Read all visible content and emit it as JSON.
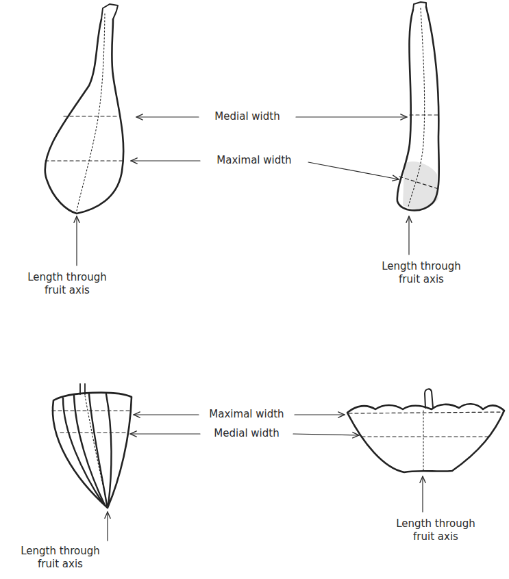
{
  "diagram": {
    "labels": [
      "Medial width",
      "Maximal width",
      "Length through fruit axis",
      "Length through fruit axis",
      "Maximal width",
      "Medial width",
      "Length through fruit axis",
      "Length through fruit axis"
    ]
  }
}
